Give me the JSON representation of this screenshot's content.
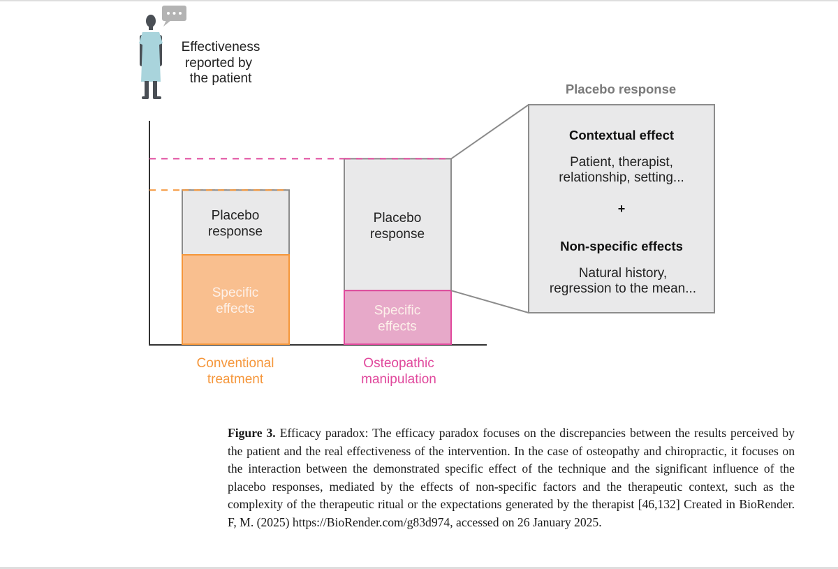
{
  "figure": {
    "patient_label": [
      "Effectiveness",
      "reported by",
      "the patient"
    ],
    "speech_bubble": "ellipsis-speech-bubble-icon",
    "colors": {
      "axis": "#333333",
      "placebo_fill": "#e9e9ea",
      "placebo_border": "#8c8c8c",
      "conventional": "#f5963a",
      "conventional_fill": "#f9bf8f",
      "osteopathic": "#e0489c",
      "osteopathic_fill": "#e7a9c9",
      "specific_text": "#fdf1ea",
      "panel_title": "#7a7a7a",
      "gown": "#a9d4dc",
      "skin": "#4a4f55"
    },
    "bars": [
      {
        "category": "Conventional treatment",
        "label_lines": [
          "Conventional",
          "treatment"
        ],
        "specific_effects": 0.4,
        "placebo_response": 0.29,
        "placebo_label": [
          "Placebo",
          "response"
        ],
        "specific_label": [
          "Specific",
          "effects"
        ]
      },
      {
        "category": "Osteopathic manipulation",
        "label_lines": [
          "Osteopathic",
          "manipulation"
        ],
        "specific_effects": 0.24,
        "placebo_response": 0.59,
        "placebo_label": [
          "Placebo",
          "response"
        ],
        "specific_label": [
          "Specific",
          "effects"
        ]
      }
    ],
    "detail_panel": {
      "title": "Placebo response",
      "section1_title": "Contextual effect",
      "section1_lines": [
        "Patient, therapist,",
        "relationship, setting..."
      ],
      "plus": "+",
      "section2_title": "Non-specific effects",
      "section2_lines": [
        "Natural history,",
        "regression to the mean..."
      ]
    }
  },
  "caption": {
    "label": "Figure 3.",
    "text": " Efficacy paradox: The efficacy paradox focuses on the discrepancies between the results perceived by the patient and the real effectiveness of the intervention. In the case of osteopathy and chiropractic, it focuses on the interaction between the demonstrated specific effect of the technique and the significant influence of the placebo responses, mediated by the effects of non-specific factors and the therapeutic context, such as the complexity of the therapeutic ritual or the expectations generated by the therapist [46,132] Created in BioRender. F, M. (2025) https://BioRender.com/g83d974, accessed on 26 January 2025."
  }
}
